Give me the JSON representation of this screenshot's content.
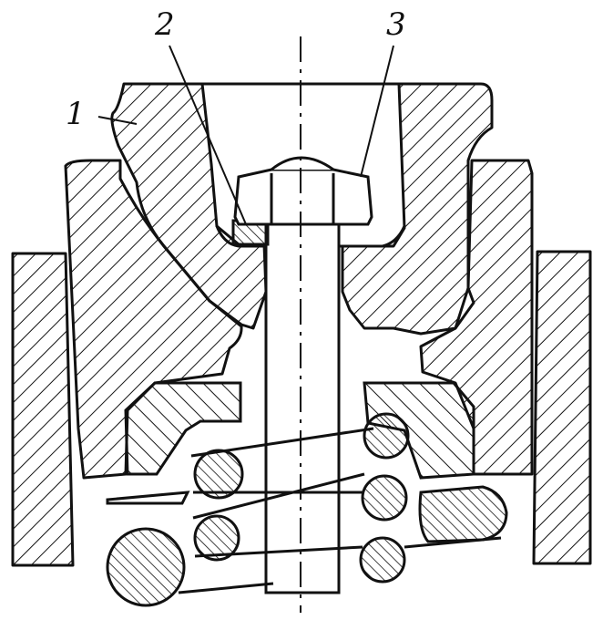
{
  "diagram": {
    "callouts": [
      {
        "id": "1",
        "text": "1"
      },
      {
        "id": "2",
        "text": "2"
      },
      {
        "id": "3",
        "text": "3"
      }
    ],
    "colors": {
      "ink": "#111111",
      "paper": "#ffffff"
    }
  }
}
